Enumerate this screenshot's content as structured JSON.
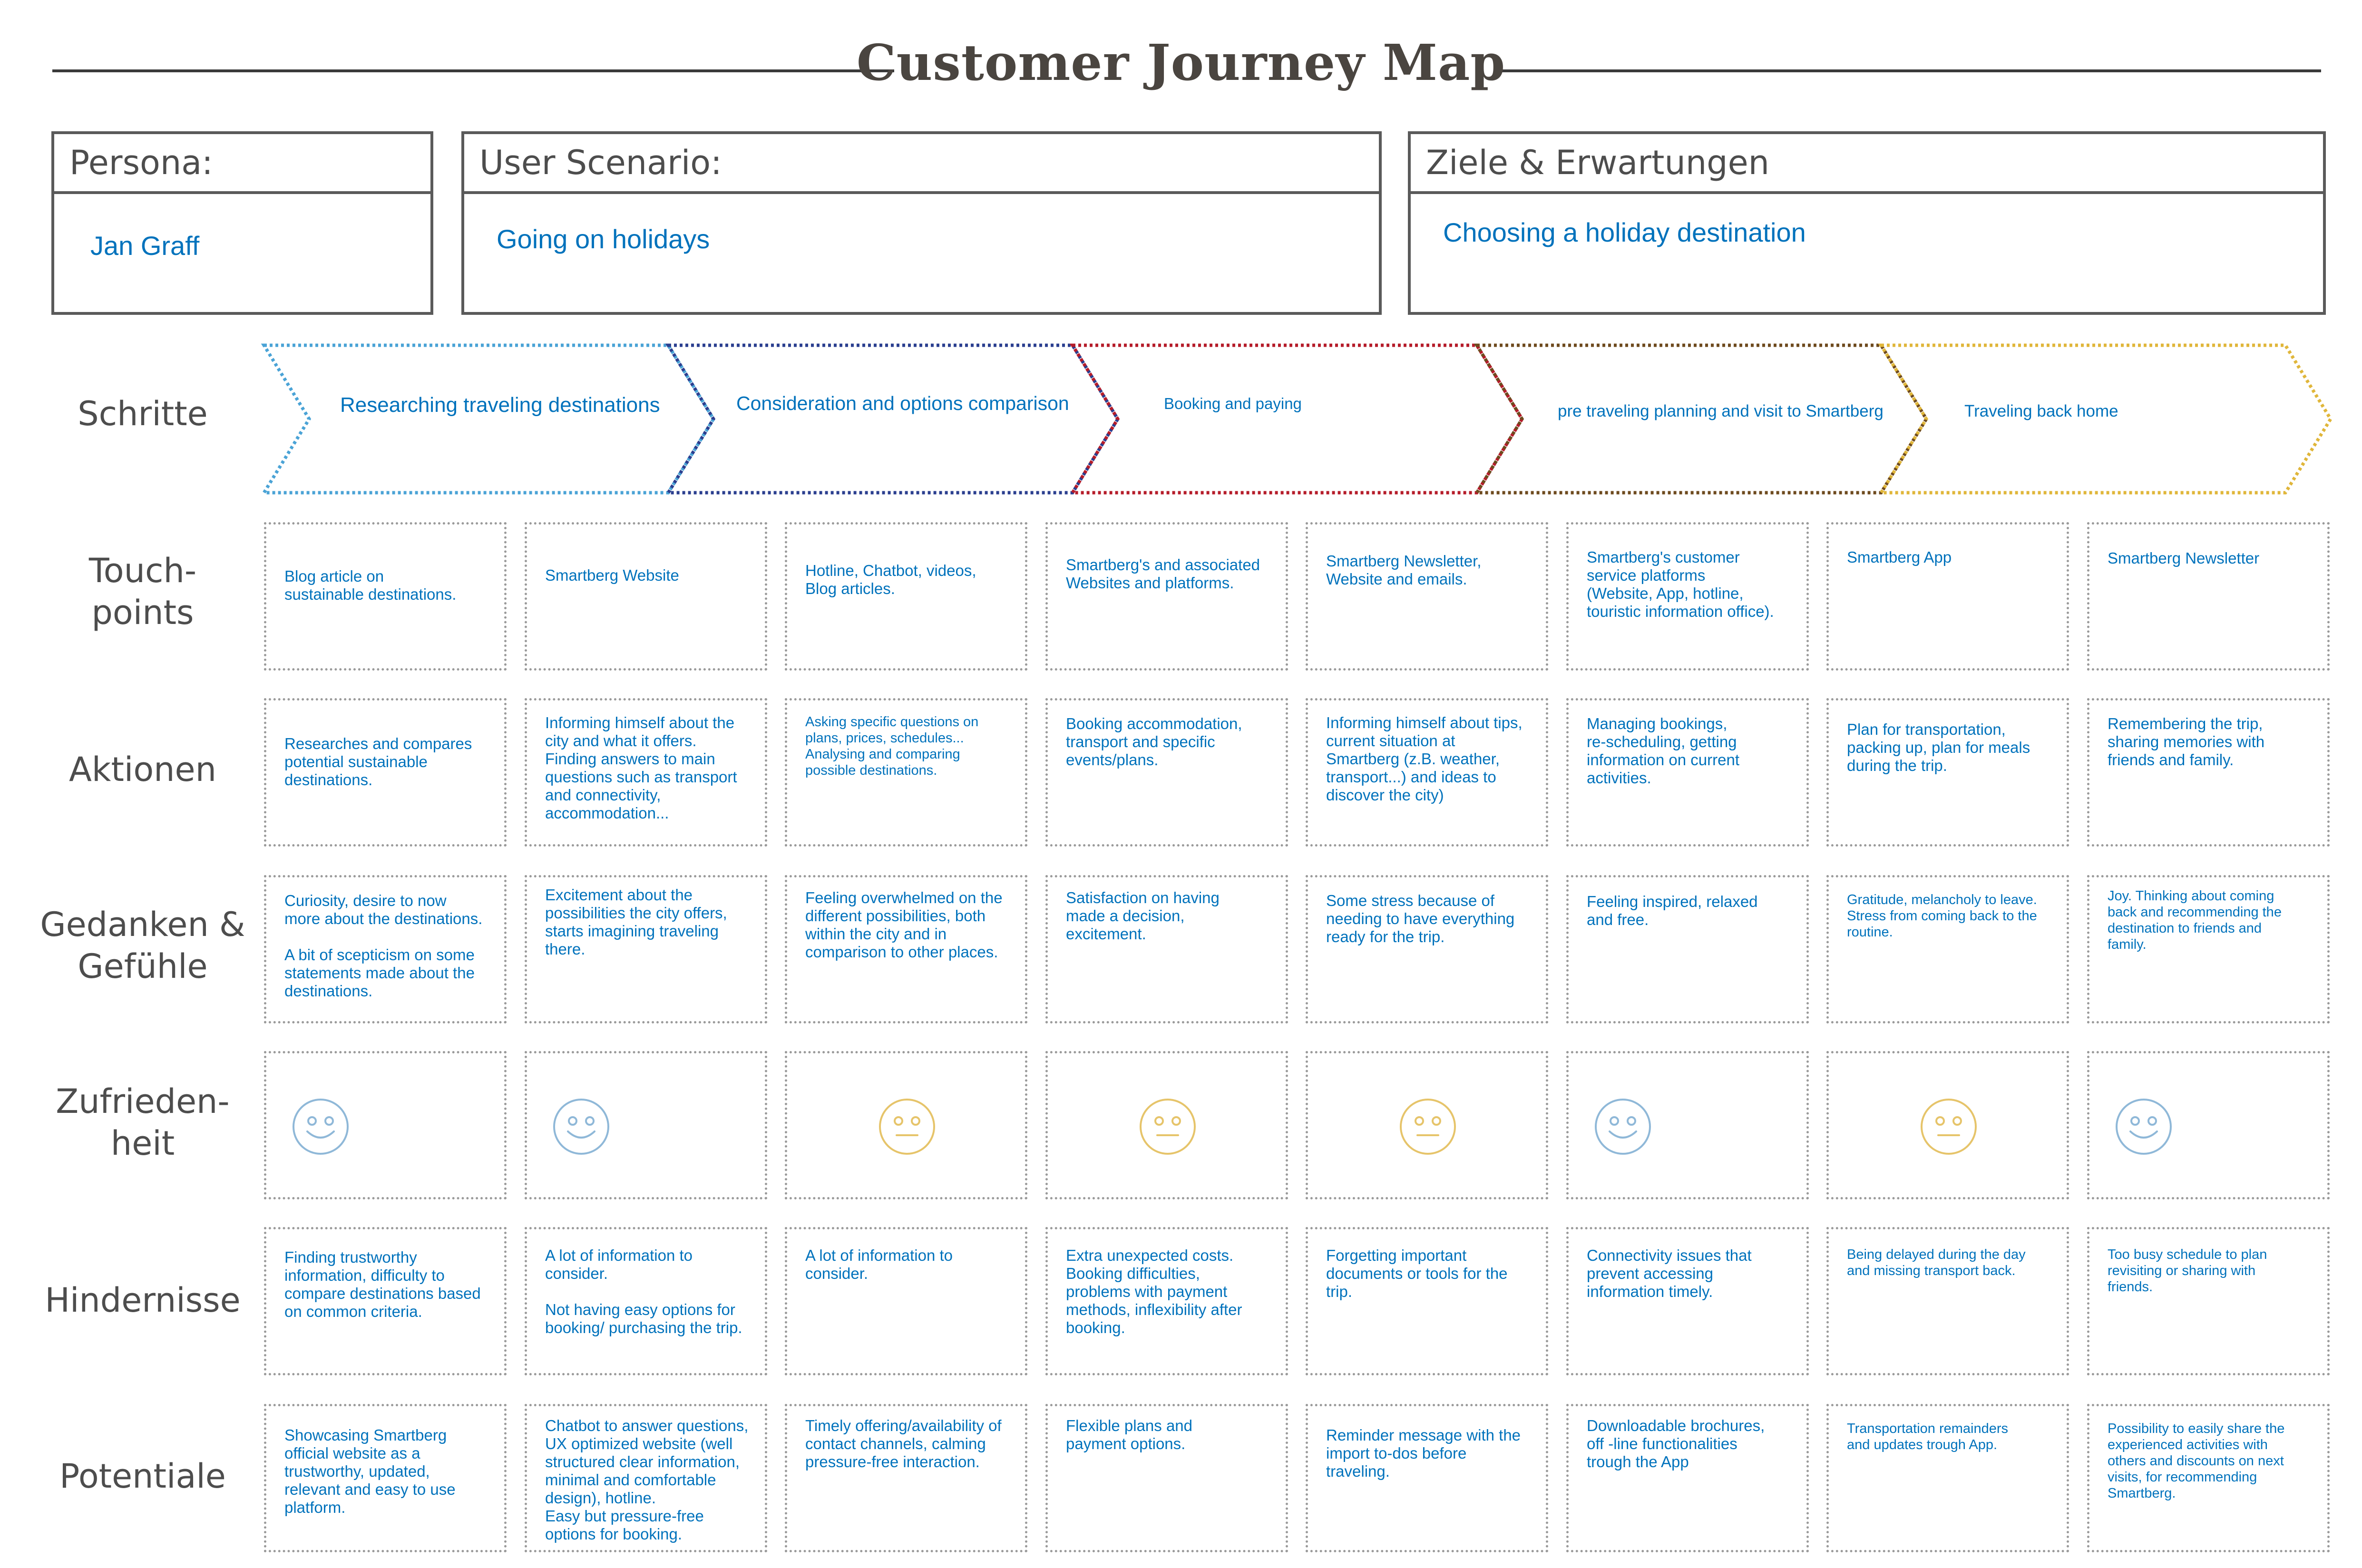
{
  "title": "Customer Journey Map",
  "header": {
    "persona": {
      "label": "Persona:",
      "value": "Jan Graff"
    },
    "scenario": {
      "label": "User Scenario:",
      "value": "Going on holidays"
    },
    "goals": {
      "label": "Ziele & Erwartungen",
      "value": "Choosing a holiday destination"
    }
  },
  "row_labels": {
    "steps": [
      "Schritte"
    ],
    "touchpoints": [
      "Touch-",
      "points"
    ],
    "actions": [
      "Aktionen"
    ],
    "thoughts": [
      "Gedanken &",
      "Gefühle"
    ],
    "satisfaction": [
      "Zufrieden-",
      "heit"
    ],
    "obstacles": [
      "Hindernisse"
    ],
    "potentials": [
      "Potentiale"
    ]
  },
  "steps": [
    {
      "label": "Researching traveling destinations",
      "color": "#4aa3d6"
    },
    {
      "label": "Consideration and options comparison",
      "color": "#2b3f8f"
    },
    {
      "label": "Booking and paying",
      "color": "#b51c2a"
    },
    {
      "label": "pre traveling planning and visit to Smartberg",
      "color": "#6e4a1e"
    },
    {
      "label": "Traveling back home",
      "color": "#e0b63a"
    }
  ],
  "touchpoints": [
    [
      "Blog article on",
      "sustainable destinations."
    ],
    [
      "Smartberg Website"
    ],
    [
      "Hotline, Chatbot, videos,",
      "Blog articles."
    ],
    [
      "Smartberg's and associated",
      "Websites and platforms."
    ],
    [
      "Smartberg Newsletter,",
      "Website and emails."
    ],
    [
      "Smartberg's customer",
      "service platforms",
      "(Website, App, hotline,",
      "touristic information office)."
    ],
    [
      "Smartberg App"
    ],
    [
      "Smartberg Newsletter"
    ]
  ],
  "actions": [
    [
      "Researches and compares",
      "potential sustainable",
      "destinations."
    ],
    [
      "Informing himself about the",
      "city and what it offers.",
      "Finding answers to main",
      "questions such as transport",
      "and connectivity,",
      "accommodation..."
    ],
    [
      "Asking specific questions on",
      "plans, prices, schedules...",
      "Analysing and comparing",
      "possible destinations."
    ],
    [
      "Booking  accommodation,",
      "transport and specific",
      "events/plans."
    ],
    [
      "Informing himself about tips,",
      "current situation at",
      "Smartberg (z.B. weather,",
      "transport...) and ideas to",
      "discover the city)"
    ],
    [
      "Managing bookings,",
      "re-scheduling, getting",
      "information on current",
      "activities."
    ],
    [
      "Plan for transportation,",
      "packing up, plan for meals",
      "during the trip."
    ],
    [
      "Remembering the trip,",
      "sharing memories with",
      "friends and family."
    ]
  ],
  "thoughts": [
    [
      "Curiosity, desire to now",
      "more about the destinations.",
      "",
      "A bit of scepticism on some",
      "statements made about the",
      "destinations."
    ],
    [
      "Excitement about the",
      "possibilities the city offers,",
      "starts imagining traveling",
      "there."
    ],
    [
      "Feeling overwhelmed on the",
      "different possibilities, both",
      "within the city and in",
      "comparison to other places."
    ],
    [
      "Satisfaction on having",
      "made a decision,",
      "excitement."
    ],
    [
      "Some stress because of",
      "needing to have everything",
      "ready for the trip."
    ],
    [
      "Feeling inspired, relaxed",
      "and free."
    ],
    [
      "Gratitude, melancholy to leave.",
      "Stress from coming back to the",
      "routine."
    ],
    [
      "Joy. Thinking about coming",
      "back and recommending the",
      "destination to friends and",
      "family."
    ]
  ],
  "satisfaction": [
    {
      "mood": "happy",
      "color": "#8fb8d8",
      "icon": "smiley-happy-icon"
    },
    {
      "mood": "happy",
      "color": "#8fb8d8",
      "icon": "smiley-happy-icon"
    },
    {
      "mood": "neutral",
      "color": "#e6c46a",
      "icon": "smiley-neutral-icon"
    },
    {
      "mood": "neutral",
      "color": "#e6c46a",
      "icon": "smiley-neutral-icon"
    },
    {
      "mood": "neutral",
      "color": "#e6c46a",
      "icon": "smiley-neutral-icon"
    },
    {
      "mood": "happy",
      "color": "#8fb8d8",
      "icon": "smiley-happy-icon"
    },
    {
      "mood": "neutral",
      "color": "#e6c46a",
      "icon": "smiley-neutral-icon"
    },
    {
      "mood": "happy",
      "color": "#8fb8d8",
      "icon": "smiley-happy-icon"
    }
  ],
  "obstacles": [
    [
      "Finding trustworthy",
      "information, difficulty to",
      "compare destinations based",
      "on common criteria."
    ],
    [
      "A lot of information to",
      "consider.",
      "",
      "Not having easy options for",
      "booking/ purchasing the trip."
    ],
    [
      "A lot of information to",
      "consider."
    ],
    [
      "Extra unexpected costs.",
      "Booking difficulties,",
      "problems with payment",
      "methods, inflexibility after",
      "booking."
    ],
    [
      "Forgetting important",
      "documents or tools for the",
      "trip."
    ],
    [
      "Connectivity issues that",
      "prevent accessing",
      "information timely."
    ],
    [
      "Being delayed during the day",
      "and missing transport back."
    ],
    [
      "Too busy schedule to plan",
      "revisiting or sharing with",
      "friends."
    ]
  ],
  "potentials": [
    [
      "Showcasing Smartberg",
      "official website as a",
      "trustworthy, updated,",
      "relevant and easy to use",
      "platform."
    ],
    [
      "Chatbot to answer questions,",
      "UX optimized website (well",
      "structured clear information,",
      "minimal and comfortable",
      "design), hotline.",
      "Easy but pressure-free",
      "options for booking."
    ],
    [
      "Timely offering/availability of",
      "contact channels, calming",
      "pressure-free interaction."
    ],
    [
      "Flexible plans and",
      "payment options."
    ],
    [
      "Reminder message with the",
      "import to-dos before",
      "traveling."
    ],
    [
      "Downloadable brochures,",
      "off -line functionalities",
      "trough the App"
    ],
    [
      "Transportation remainders",
      "and updates trough App."
    ],
    [
      "Possibility to easily share the",
      "experienced activities with",
      "others and discounts on next",
      "visits, for recommending",
      "Smartberg."
    ]
  ]
}
